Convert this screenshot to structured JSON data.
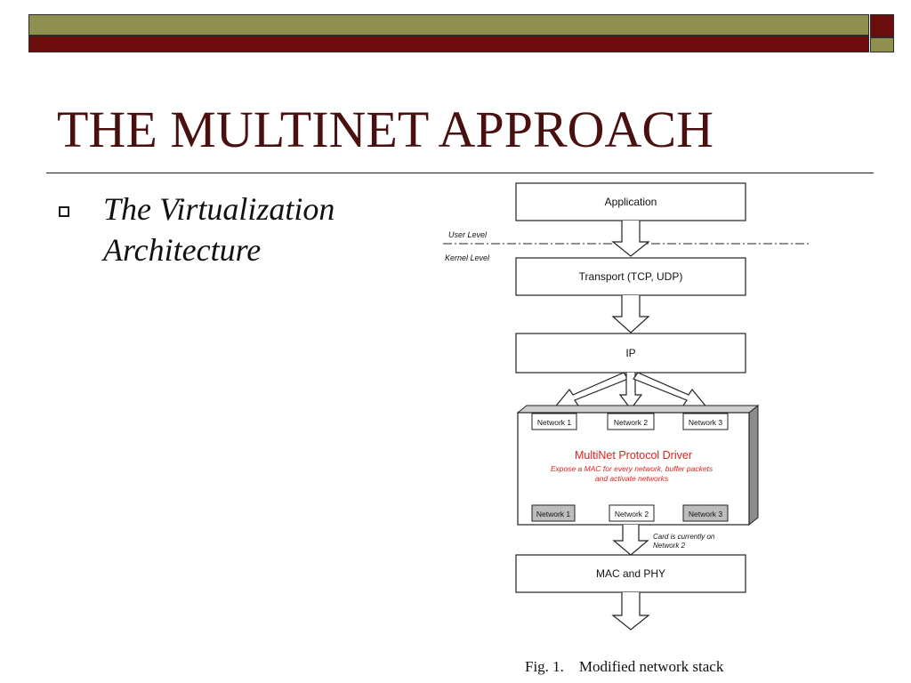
{
  "slide": {
    "title": "THE MULTINET APPROACH",
    "bullet_text": "The Virtualization Architecture"
  },
  "diagram": {
    "user_level": "User Level",
    "kernel_level": "Kernel Level",
    "application": "Application",
    "transport": "Transport (TCP, UDP)",
    "ip": "IP",
    "top_networks": [
      "Network 1",
      "Network 2",
      "Network 3"
    ],
    "driver_title": "MultiNet Protocol Driver",
    "driver_desc_line1": "Expose a MAC for every network, buffer packets",
    "driver_desc_line2": "and activate networks",
    "bottom_networks": [
      "Network 1",
      "Network 2",
      "Network 3"
    ],
    "card_note_line1": "Card is currently on",
    "card_note_line2": "Network 2",
    "mac_phy": "MAC and PHY",
    "caption": "Fig. 1.    Modified network stack"
  },
  "colors": {
    "olive": "#8f8f4f",
    "maroon": "#6b0d0d",
    "title": "#4a0f0f",
    "driver_red": "#e0201e",
    "inactive_fill": "#bdbdbd"
  }
}
